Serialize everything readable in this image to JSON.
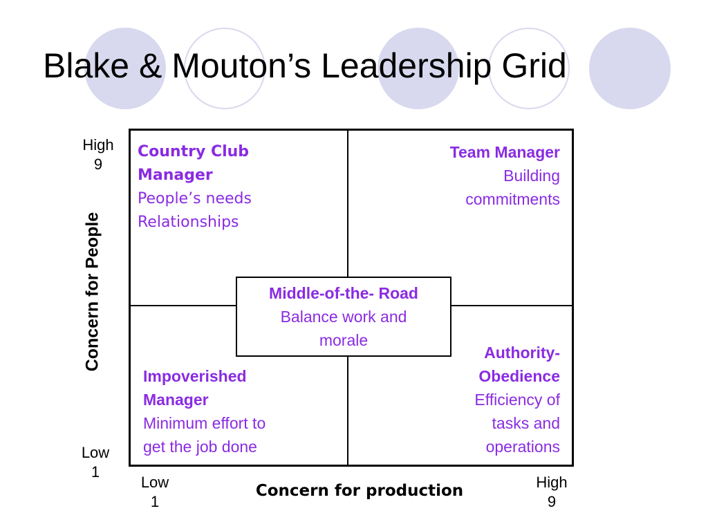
{
  "title": "Blake & Mouton’s Leadership Grid",
  "decor": {
    "circle_fill": "#d8d8ee",
    "accent": "#8a2be2"
  },
  "axes": {
    "y_label": "Concern for People",
    "x_label": "Concern for production",
    "y_high": [
      "High",
      "9"
    ],
    "y_low": [
      "Low",
      "1"
    ],
    "x_low": [
      "Low",
      "1"
    ],
    "x_high": [
      "High",
      "9"
    ]
  },
  "quadrants": {
    "country_club": {
      "title_lines": [
        "Country Club",
        "Manager"
      ],
      "desc_lines": [
        "People’s needs",
        "Relationships"
      ]
    },
    "team": {
      "title_lines": [
        "Team Manager"
      ],
      "desc_lines": [
        "Building",
        "commitments"
      ]
    },
    "impoverished": {
      "title_lines": [
        "Impoverished",
        "Manager"
      ],
      "desc_lines": [
        "Minimum effort to",
        "get the job done"
      ]
    },
    "authority": {
      "title_lines": [
        "Authority-",
        "Obedience"
      ],
      "desc_lines": [
        "Efficiency of",
        "tasks and",
        "operations"
      ]
    }
  },
  "middle": {
    "title": "Middle-of-the- Road",
    "desc_lines": [
      "Balance work and",
      "morale"
    ]
  }
}
